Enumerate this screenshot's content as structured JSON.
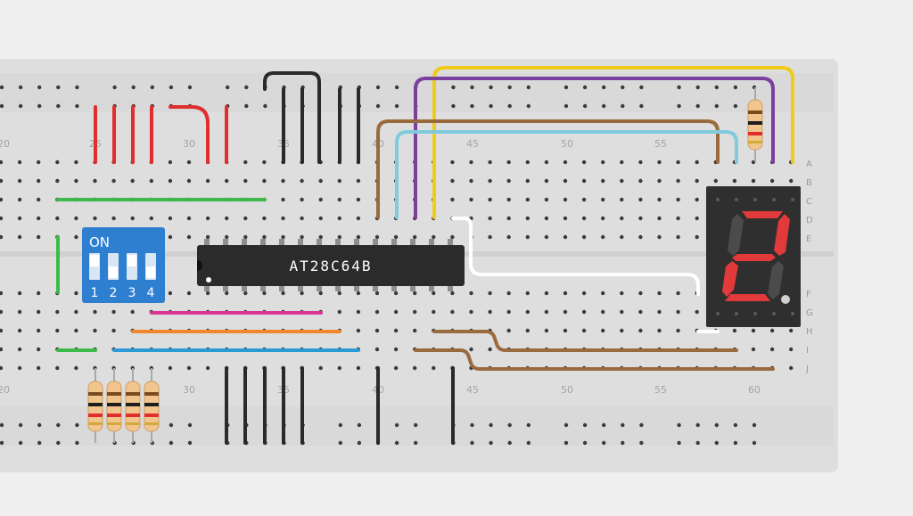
{
  "breadboard": {
    "column_numbers_top": [
      "20",
      "25",
      "30",
      "35",
      "40",
      "45",
      "50",
      "55"
    ],
    "column_numbers_bottom": [
      "20",
      "25",
      "30",
      "35",
      "40",
      "45",
      "50",
      "55",
      "60"
    ],
    "row_letters": [
      "A",
      "B",
      "C",
      "D",
      "E",
      "F",
      "G",
      "H",
      "I",
      "J"
    ]
  },
  "chip": {
    "label": "AT28C64B",
    "color": "#2b2b2b"
  },
  "dip_switch": {
    "on_label": "ON",
    "switch_numbers": [
      "1",
      "2",
      "3",
      "4"
    ],
    "color": "#2f7fd0"
  },
  "seven_segment": {
    "digit_shown": "2",
    "segment_on_color": "#e23a3a"
  },
  "wire_colors": {
    "red": "#e02d2d",
    "green": "#3cb94a",
    "black": "#2a2a2a",
    "brown": "#9a6a3f",
    "cyan": "#7fcbdc",
    "yellow": "#f1cb1a",
    "purple": "#7b3f9e",
    "white": "#ffffff",
    "magenta": "#d93592",
    "orange": "#f0872e",
    "blue": "#2a9ad6"
  }
}
